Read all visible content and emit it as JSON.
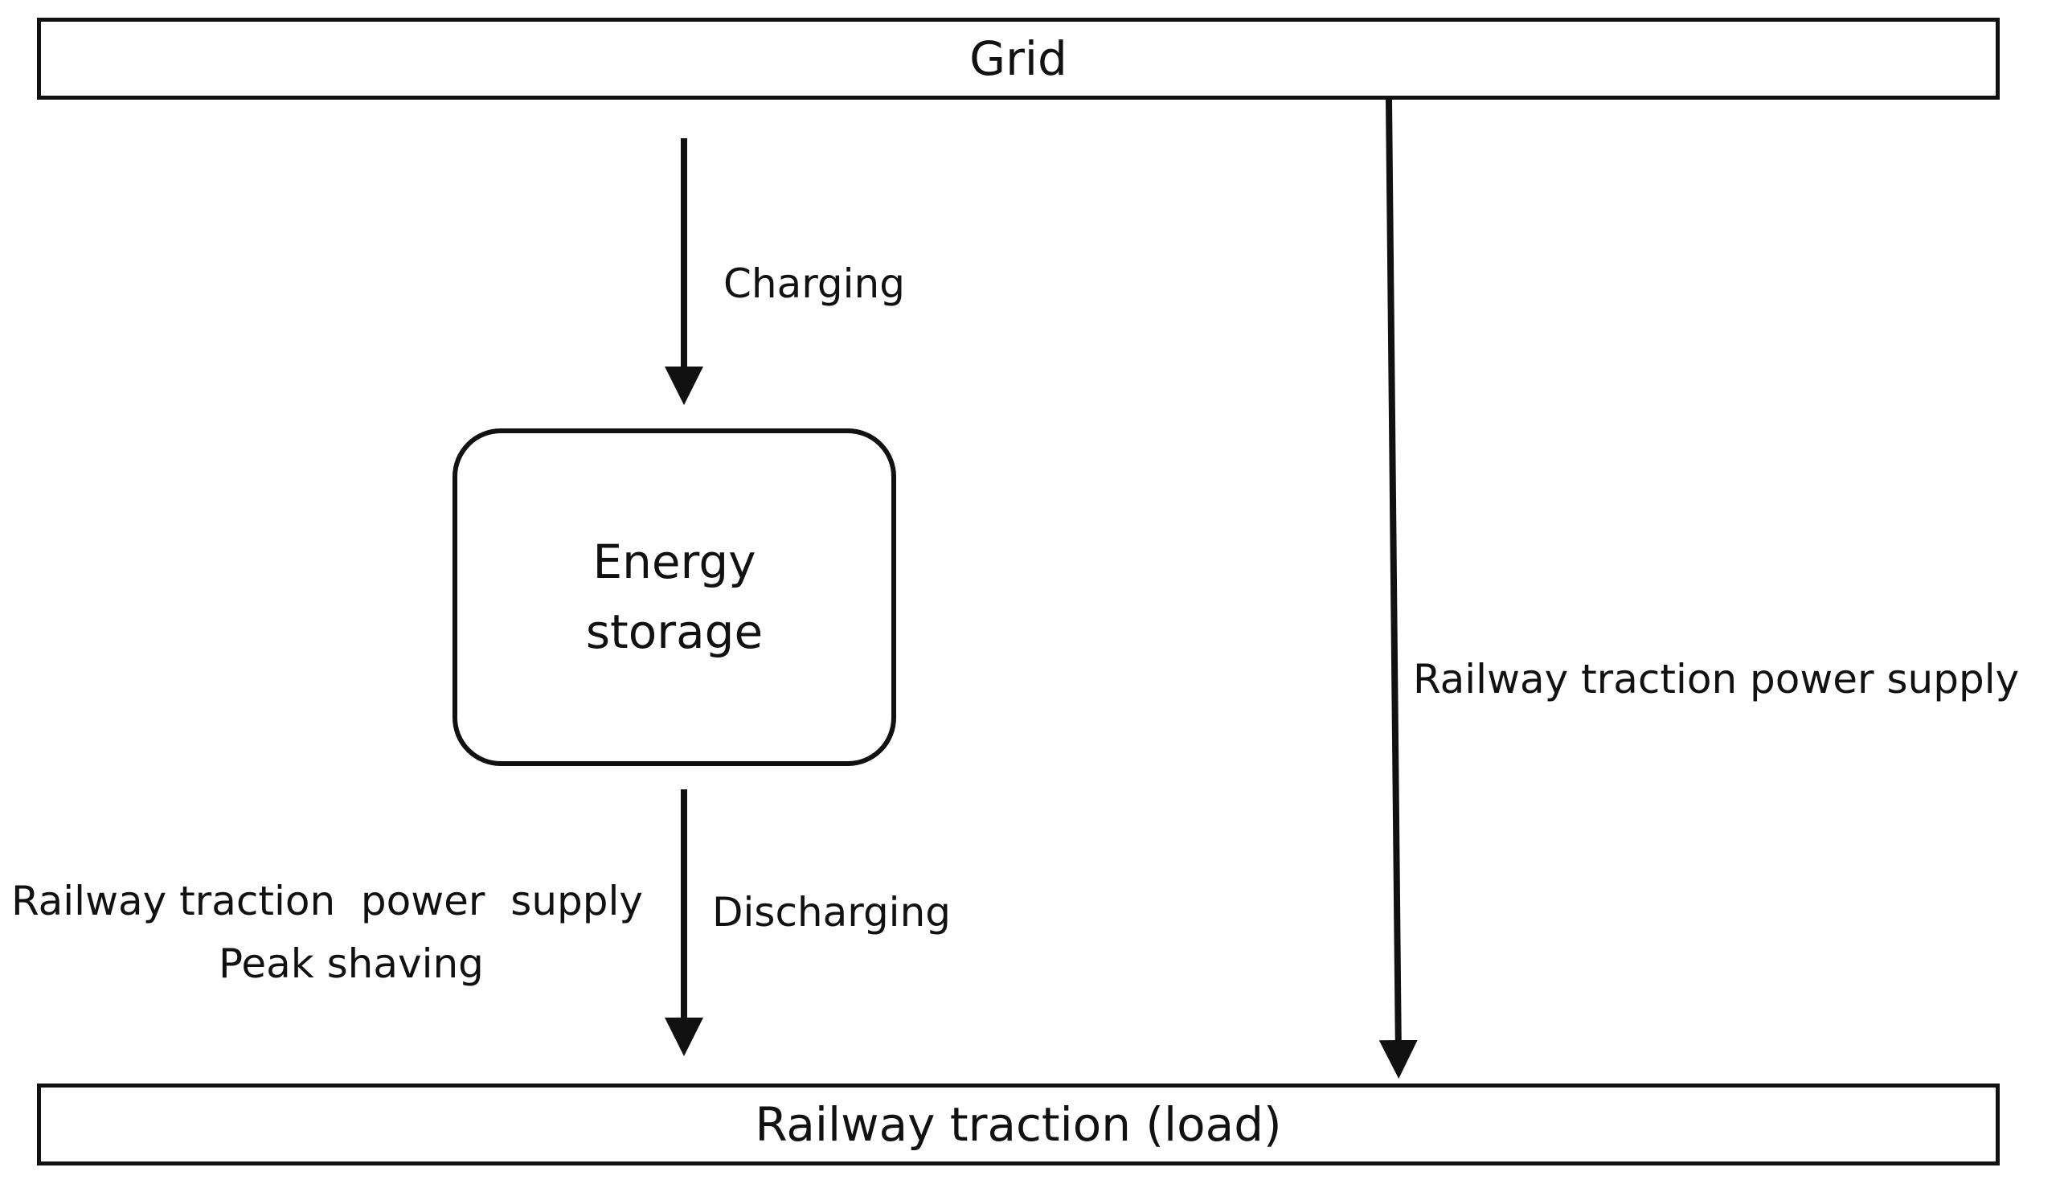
{
  "grid": {
    "label": "Grid"
  },
  "load": {
    "label": "Railway traction (load)"
  },
  "storage": {
    "line1": "Energy",
    "line2": "storage"
  },
  "labels": {
    "charging": "Charging",
    "discharging": "Discharging",
    "grid_supply": "Railway traction power supply",
    "storage_supply": "Railway traction  power  supply",
    "peak_shaving": "Peak shaving"
  },
  "colors": {
    "stroke": "#111111",
    "background": "#ffffff"
  }
}
